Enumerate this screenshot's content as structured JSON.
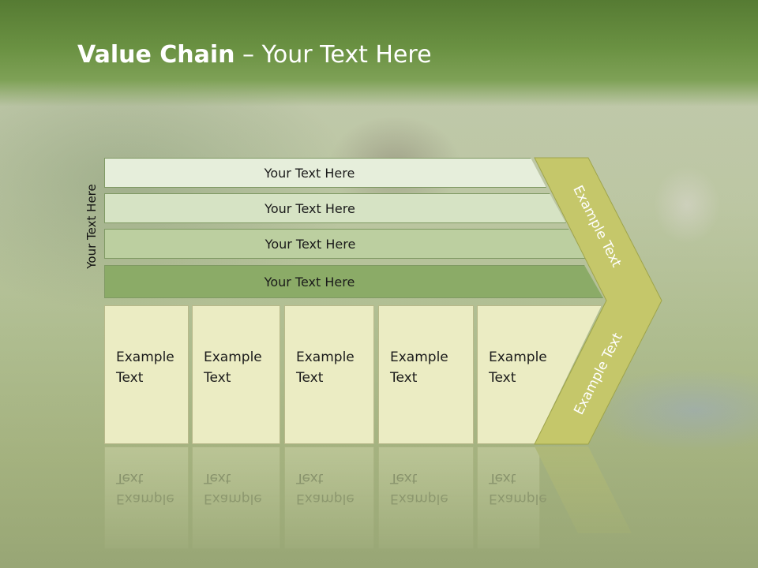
{
  "slide": {
    "title_bold": "Value Chain",
    "title_rest": " – Your Text Here",
    "side_label": "Your Text Here",
    "bars": [
      {
        "label": "Your Text Here"
      },
      {
        "label": "Your Text Here"
      },
      {
        "label": "Your Text Here"
      },
      {
        "label": "Your Text Here"
      }
    ],
    "boxes": [
      {
        "line1": "Example",
        "line2": "Text"
      },
      {
        "line1": "Example",
        "line2": "Text"
      },
      {
        "line1": "Example",
        "line2": "Text"
      },
      {
        "line1": "Example",
        "line2": "Text"
      },
      {
        "line1": "Example",
        "line2": "Text"
      }
    ],
    "chevron_upper": "Example Text",
    "chevron_lower": "Example Text"
  },
  "colors": {
    "title_bar": "#6a9142",
    "chevron": "#c5c76a",
    "box_fill": "#ebecc3",
    "bar_dark": "#8bab67"
  }
}
